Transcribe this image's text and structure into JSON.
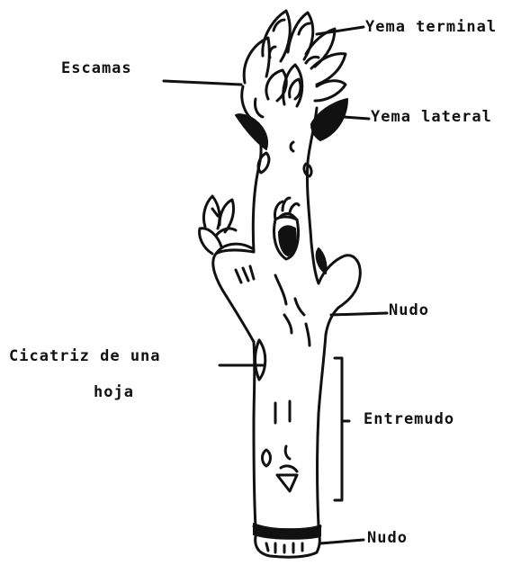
{
  "labels": {
    "yema_terminal": "Yema terminal",
    "escamas": "Escamas",
    "yema_lateral": "Yema lateral",
    "nudo_superior": "Nudo",
    "cicatriz_line1": "Cicatriz de una",
    "cicatriz_line2": "hoja",
    "entrenudo": "Entremudo",
    "nudo_inferior": "Nudo"
  },
  "colors": {
    "ink": "#111111",
    "paper": "#ffffff"
  }
}
